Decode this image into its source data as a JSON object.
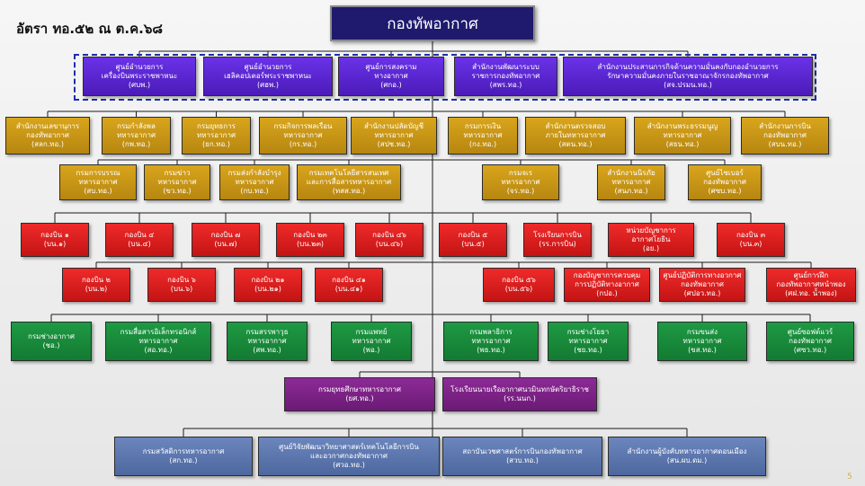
{
  "header": {
    "rate_label": "อัตรา ทอ.๕๒ ณ ต.ค.๖๘",
    "title": "กองทัพอากาศ",
    "page_number": "5"
  },
  "colors": {
    "command": "#5a25d6",
    "staff": "#c9960f",
    "wing": "#dd1e1e",
    "support": "#189040",
    "education": "#7a2285",
    "education_support": "#5b76ad"
  },
  "rows": {
    "command": [
      {
        "lines": [
          "ศูนย์อำนวยการ",
          "เครื่องบินพระราชพาหนะ",
          "(ศบพ.)"
        ]
      },
      {
        "lines": [
          "ศูนย์อำนวยการ",
          "เฮลิคอปเตอร์พระราชพาหนะ",
          "(ศฮพ.)"
        ]
      },
      {
        "lines": [
          "ศูนย์การสงคราม",
          "ทางอากาศ",
          "(ศกอ.)"
        ]
      },
      {
        "lines": [
          "สำนักงานพัฒนาระบบ",
          "ราชการกองทัพอากาศ",
          "(สพร.ทอ.)"
        ]
      },
      {
        "lines": [
          "สำนักงานประสานการกิจด้านความมั่นคงกับกองอำนวยการ",
          "รักษาความมั่นคงภายในราชอาณาจักรกองทัพอากาศ",
          "(สจ.ปรมน.ทอ.)"
        ]
      }
    ],
    "staff_upper": [
      {
        "lines": [
          "สำนักงานเลขานุการ",
          "กองทัพอากาศ",
          "(สลก.ทอ.)"
        ]
      },
      {
        "lines": [
          "กรมกำลังพล",
          "ทหารอากาศ",
          "(กพ.ทอ.)"
        ]
      },
      {
        "lines": [
          "กรมยุทธการ",
          "ทหารอากาศ",
          "(ยก.ทอ.)"
        ]
      },
      {
        "lines": [
          "กรมกิจการพลเรือน",
          "ทหารอากาศ",
          "(กร.ทอ.)"
        ]
      },
      {
        "lines": [
          "สำนักงานปลัดบัญชี",
          "ทหารอากาศ",
          "(สปช.ทอ.)"
        ]
      },
      {
        "lines": [
          "กรมการเงิน",
          "ทหารอากาศ",
          "(กง.ทอ.)"
        ]
      },
      {
        "lines": [
          "สำนักงานตรวจสอบ",
          "ภายในทหารอากาศ",
          "(สตน.ทอ.)"
        ]
      },
      {
        "lines": [
          "สำนักงานพระธรรมนูญ",
          "ทหารอากาศ",
          "(สธน.ทอ.)"
        ]
      },
      {
        "lines": [
          "สำนักงานการบิน",
          "กองทัพอากาศ",
          "(สบน.ทอ.)"
        ]
      }
    ],
    "staff_lower": [
      {
        "lines": [
          "กรมการบรรณ",
          "ทหารอากาศ",
          "(สบ.ทอ.)"
        ]
      },
      {
        "lines": [
          "กรมข่าว",
          "ทหารอากาศ",
          "(ขว.ทอ.)"
        ]
      },
      {
        "lines": [
          "กรมส่งกำลังบำรุง",
          "ทหารอากาศ",
          "(กบ.ทอ.)"
        ]
      },
      {
        "lines": [
          "กรมเทคโนโลยีสารสนเทศ",
          "และการสื่อสารทหารอากาศ",
          "(ทสส.ทอ.)"
        ]
      },
      {
        "lines": [
          "กรมจเร",
          "ทหารอากาศ",
          "(จร.ทอ.)"
        ]
      },
      {
        "lines": [
          "สำนักงานนิรภัย",
          "ทหารอากาศ",
          "(สนภ.ทอ.)"
        ]
      },
      {
        "lines": [
          "ศูนย์ไซเบอร์",
          "กองทัพอากาศ",
          "(ศซบ.ทอ.)"
        ]
      }
    ],
    "wing_upper": [
      {
        "lines": [
          "กองบิน ๑",
          "(บน.๑)"
        ]
      },
      {
        "lines": [
          "กองบิน ๔",
          "(บน.๔)"
        ]
      },
      {
        "lines": [
          "กองบิน ๗",
          "(บน.๗)"
        ]
      },
      {
        "lines": [
          "กองบิน ๒๓",
          "(บน.๒๓)"
        ]
      },
      {
        "lines": [
          "กองบิน ๔๖",
          "(บน.๔๖)"
        ]
      },
      {
        "lines": [
          "กองบิน ๕",
          "(บน.๕)"
        ]
      },
      {
        "lines": [
          "โรงเรียนการบิน",
          "(รร.การบิน)"
        ]
      },
      {
        "lines": [
          "หน่วยบัญชาการ",
          "อากาศโยธิน",
          "(อย.)"
        ]
      },
      {
        "lines": [
          "กองบิน ๓",
          "(บน.๓)"
        ]
      }
    ],
    "wing_lower": [
      {
        "lines": [
          "กองบิน ๒",
          "(บน.๒)"
        ]
      },
      {
        "lines": [
          "กองบิน ๖",
          "(บน.๖)"
        ]
      },
      {
        "lines": [
          "กองบิน ๒๑",
          "(บน.๒๑)"
        ]
      },
      {
        "lines": [
          "กองบิน ๔๑",
          "(บน.๔๑)"
        ]
      },
      {
        "lines": [
          "กองบิน ๕๖",
          "(บน.๕๖)"
        ]
      },
      {
        "lines": [
          "กองบัญชาการควบคุม",
          "การปฏิบัติทางอากาศ",
          "(กปอ.)"
        ]
      },
      {
        "lines": [
          "ศูนย์ปฏิบัติการทางอวกาศ",
          "กองทัพอากาศ",
          "(ศปอว.ทอ.)"
        ]
      },
      {
        "lines": [
          "ศูนย์การฝึก",
          "กองทัพอากาศหนําพอง",
          "(ศฝ.ทอ. น้ำพอง)"
        ]
      }
    ],
    "support": [
      {
        "lines": [
          "กรมช่างอากาศ",
          "(ชอ.)"
        ]
      },
      {
        "lines": [
          "กรมสื่อสารอิเล็กทรอนิกส์",
          "ทหารอากาศ",
          "(สอ.ทอ.)"
        ]
      },
      {
        "lines": [
          "กรมสรรพาวุธ",
          "ทหารอากาศ",
          "(สพ.ทอ.)"
        ]
      },
      {
        "lines": [
          "กรมแพทย์",
          "ทหารอากาศ",
          "(พอ.)"
        ]
      },
      {
        "lines": [
          "กรมพลาธิการ",
          "ทหารอากาศ",
          "(พธ.ทอ.)"
        ]
      },
      {
        "lines": [
          "กรมช่างโยธา",
          "ทหารอากาศ",
          "(ชย.ทอ.)"
        ]
      },
      {
        "lines": [
          "กรมขนส่ง",
          "ทหารอากาศ",
          "(ขส.ทอ.)"
        ]
      },
      {
        "lines": [
          "ศูนย์ซอฟต์แวร์",
          "กองทัพอากาศ",
          "(ศซว.ทอ.)"
        ]
      }
    ],
    "education": [
      {
        "lines": [
          "กรมยุทธศึกษาทหารอากาศ",
          "(ยศ.ทอ.)"
        ]
      },
      {
        "lines": [
          "โรงเรียนนายเรืออากาศนวมินทกษัตริยาธิราช",
          "(รร.นนก.)"
        ]
      }
    ],
    "education_support": [
      {
        "lines": [
          "กรมสวัสดิการทหารอากาศ",
          "(สก.ทอ.)"
        ]
      },
      {
        "lines": [
          "ศูนย์วิจัยพัฒนาวิทยาศาสตร์เทคโนโลยีการบิน",
          "และอวกาศกองทัพอากาศ",
          "(ศวอ.ทอ.)"
        ]
      },
      {
        "lines": [
          "สถาบันเวชศาสตร์การบินกองทัพอากาศ",
          "(สวบ.ทอ.)"
        ]
      },
      {
        "lines": [
          "สำนักงานผู้บังคับทหารอากาศดอนเมือง",
          "(สน.ผบ.ดม.)"
        ]
      }
    ]
  }
}
